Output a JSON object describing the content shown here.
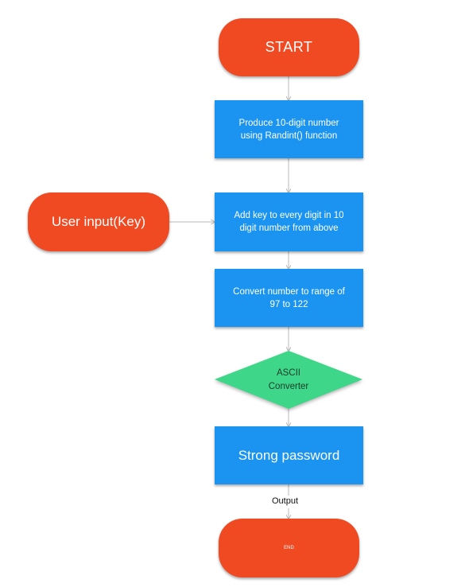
{
  "diagram": {
    "nodes": {
      "start": {
        "label": "START",
        "shape": "terminal"
      },
      "generate": {
        "label": "Produce 10-digit number\nusing  Randint() function",
        "shape": "process"
      },
      "user_input": {
        "label": "User input(Key)",
        "shape": "terminal"
      },
      "add_key": {
        "label": "Add key to every digit in 10\ndigit number from above",
        "shape": "process"
      },
      "convert": {
        "label": "Convert number to range of\n97 to 122",
        "shape": "process"
      },
      "ascii": {
        "label": "ASCII\nConverter",
        "shape": "decision"
      },
      "password": {
        "label": "Strong password",
        "shape": "process"
      },
      "end": {
        "label": "END",
        "shape": "terminal"
      }
    },
    "edges": [
      {
        "from": "start",
        "to": "generate",
        "label": ""
      },
      {
        "from": "generate",
        "to": "add_key",
        "label": ""
      },
      {
        "from": "user_input",
        "to": "add_key",
        "label": ""
      },
      {
        "from": "add_key",
        "to": "convert",
        "label": ""
      },
      {
        "from": "convert",
        "to": "ascii",
        "label": ""
      },
      {
        "from": "ascii",
        "to": "password",
        "label": ""
      },
      {
        "from": "password",
        "to": "end",
        "label": "Output"
      }
    ],
    "colors": {
      "terminal": "#f04a23",
      "process": "#1a94f0",
      "decision": "#3ed688",
      "connector": "#b8b8b8"
    }
  }
}
